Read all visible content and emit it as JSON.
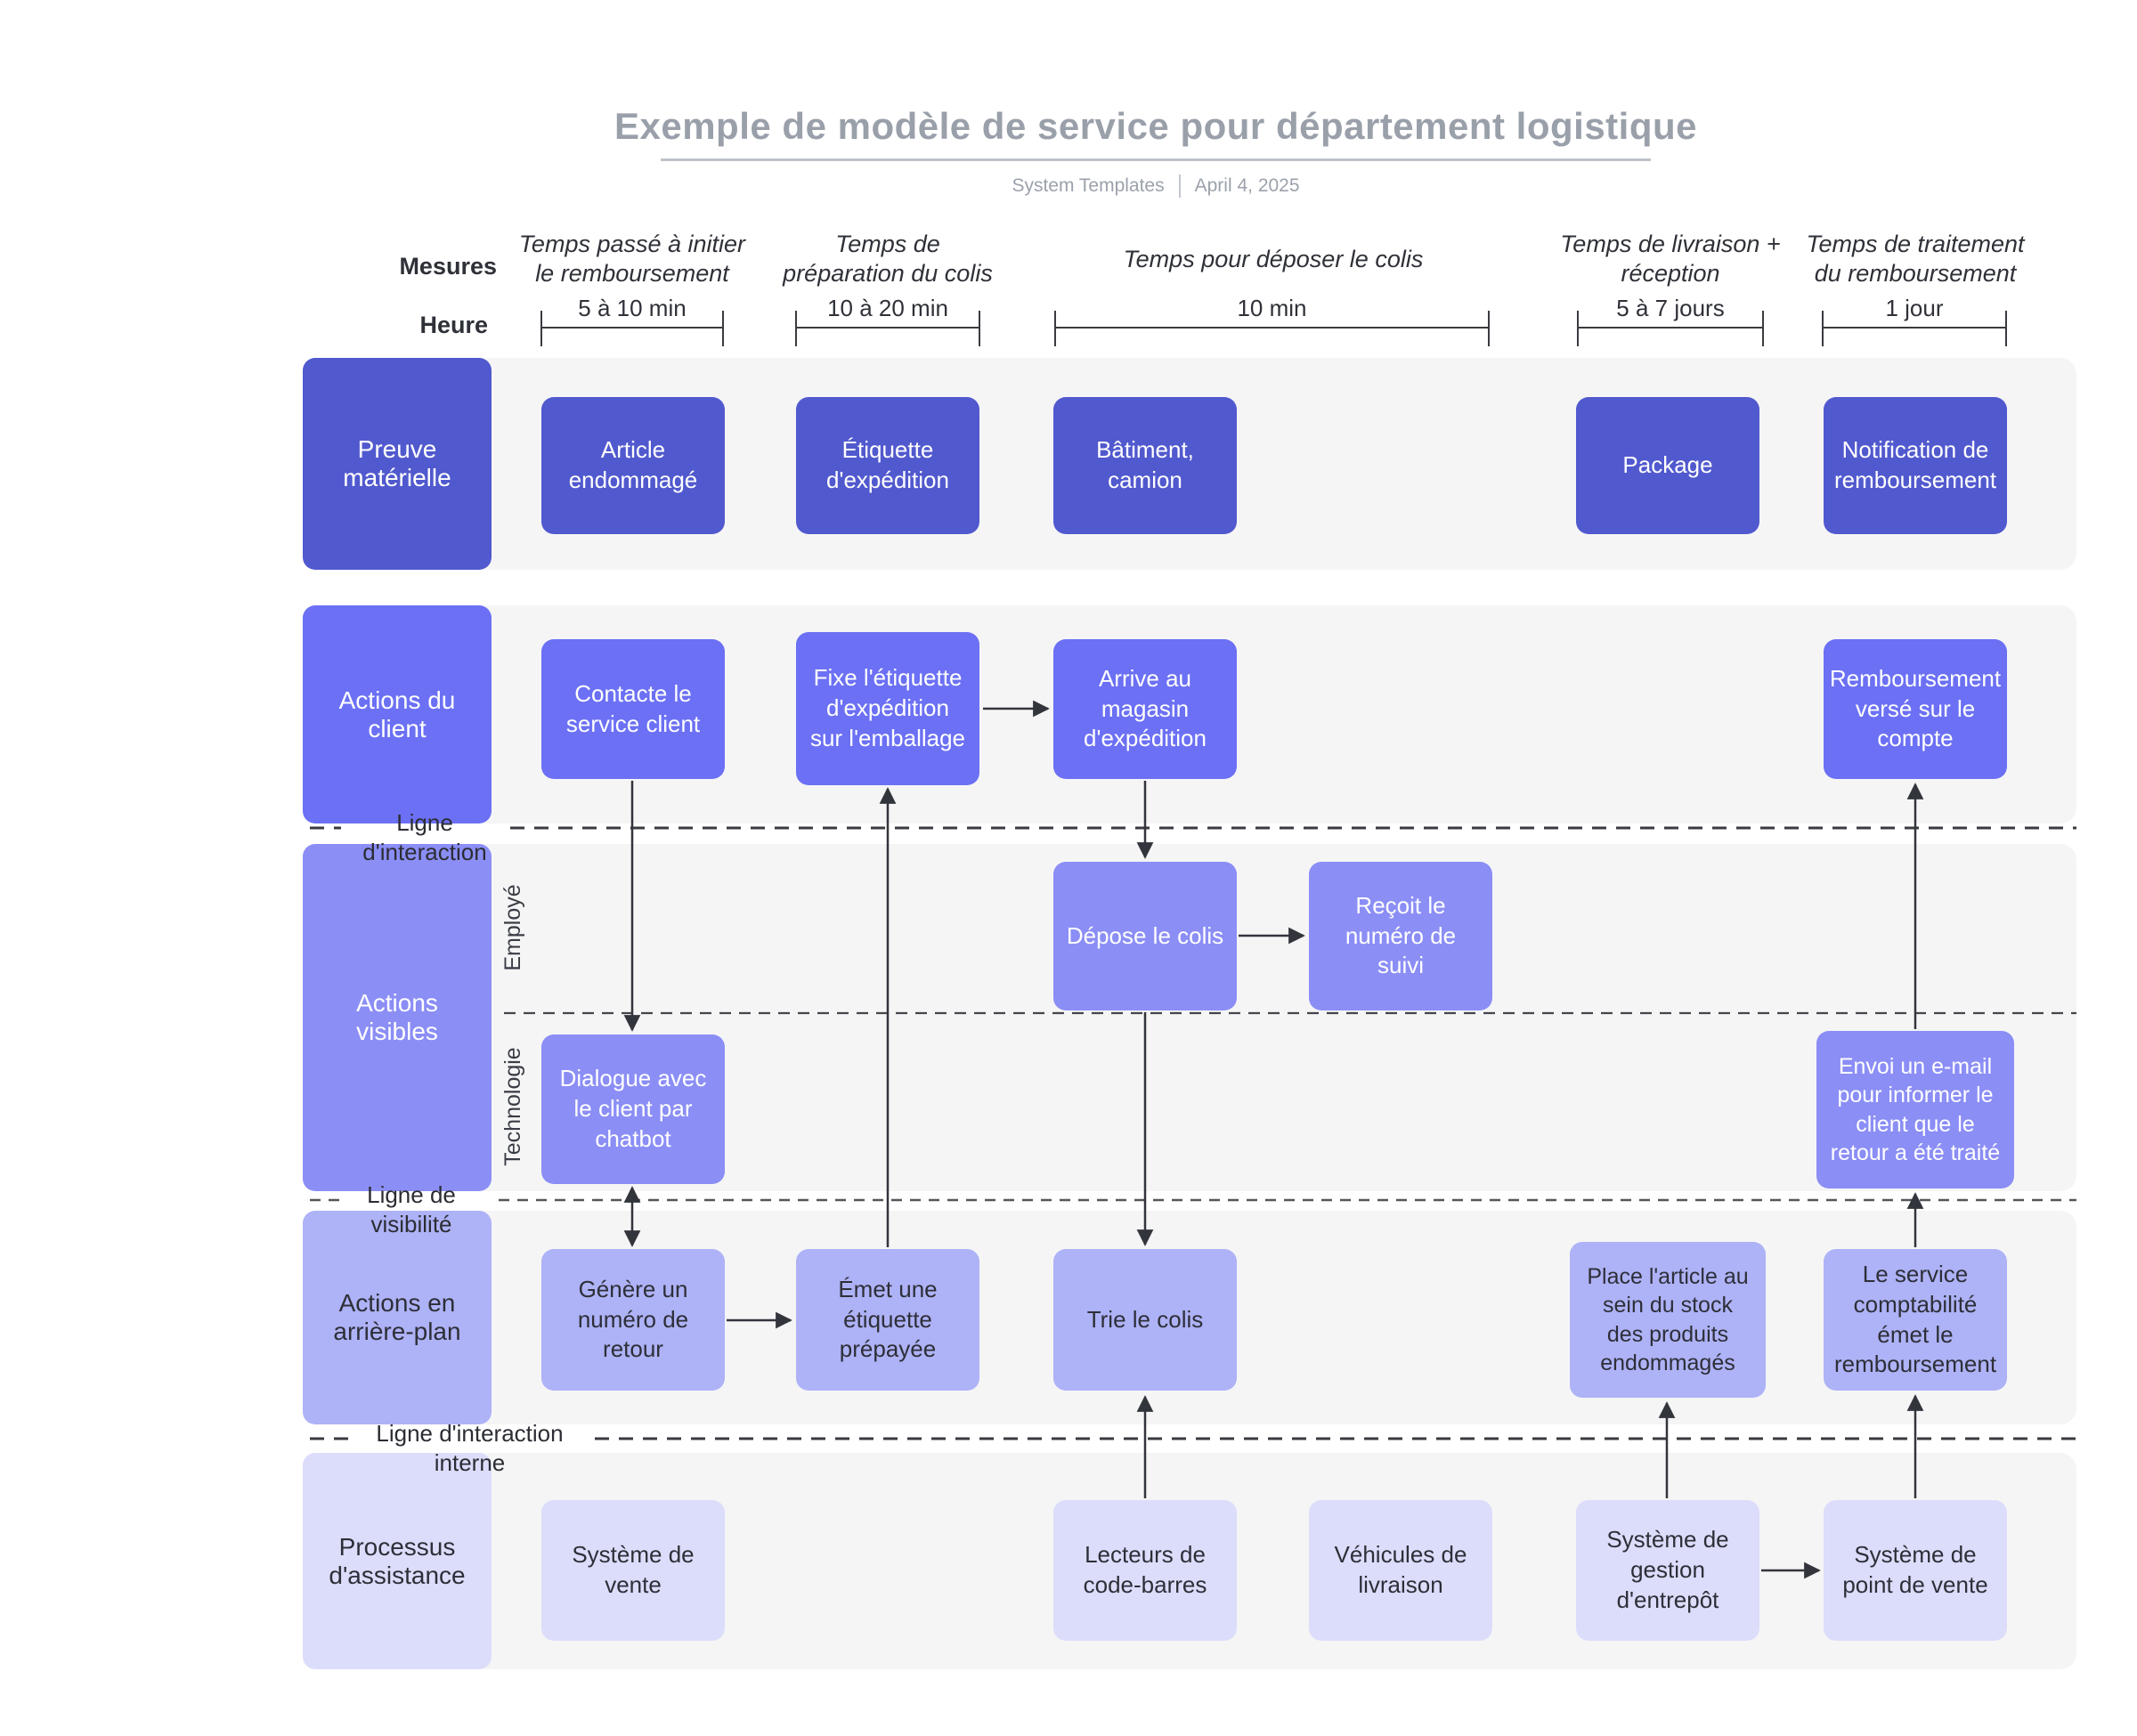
{
  "title": {
    "text": "Exemple de modèle de service pour département logistique"
  },
  "subtitle": {
    "source": "System Templates",
    "date": "April 4, 2025"
  },
  "measures": {
    "row_label": "Mesures",
    "time_label": "Heure",
    "columns": [
      {
        "label": "Temps passé à initier le remboursement",
        "time": "5 à 10 min"
      },
      {
        "label": "Temps de préparation du colis",
        "time": "10 à 20 min"
      },
      {
        "label": "Temps pour déposer le colis",
        "time": "10 min"
      },
      {
        "label": "Temps de livraison + réception",
        "time": "5 à 7 jours"
      },
      {
        "label": "Temps de traitement du remboursement",
        "time": "1 jour"
      }
    ]
  },
  "separators": [
    {
      "label": "Ligne d'interaction"
    },
    {
      "label": "Ligne de visibilité"
    },
    {
      "label": "Ligne d'interaction interne"
    }
  ],
  "lanes": {
    "employee": "Employé",
    "technology": "Technologie"
  },
  "rows": [
    {
      "label": "Preuve matérielle",
      "boxes": [
        "Article endommagé",
        "Étiquette d'expédition",
        "Bâtiment, camion",
        "Package",
        "Notification de remboursement"
      ]
    },
    {
      "label": "Actions du client",
      "boxes": [
        "Contacte le service client",
        "Fixe l'étiquette d'expédition sur l'emballage",
        "Arrive au magasin d'expédition",
        "Remboursement versé sur le compte"
      ]
    },
    {
      "label": "Actions visibles",
      "boxes": [
        "Dépose le colis",
        "Reçoit le numéro de suivi",
        "Dialogue avec le client par chatbot",
        "Envoi un e-mail pour informer le client que le retour a été traité"
      ]
    },
    {
      "label": "Actions en arrière-plan",
      "boxes": [
        "Génère un numéro de retour",
        "Émet une étiquette prépayée",
        "Trie le colis",
        "Place l'article au sein du stock des produits endommagés",
        "Le service comptabilité émet le remboursement"
      ]
    },
    {
      "label": "Processus d'assistance",
      "boxes": [
        "Système de vente",
        "Lecteurs de code-barres",
        "Véhicules de livraison",
        "Système de gestion d'entrepôt",
        "Système de point de vente"
      ]
    }
  ],
  "colors": {
    "row1": "#5159ce",
    "row2": "#6b70f4",
    "row3": "#8b8ef5",
    "row4": "#aeb2f6",
    "row5": "#dcddfb",
    "band": "#f5f5f6",
    "connector": "#33353c",
    "title_gray": "#9aa0aa"
  }
}
